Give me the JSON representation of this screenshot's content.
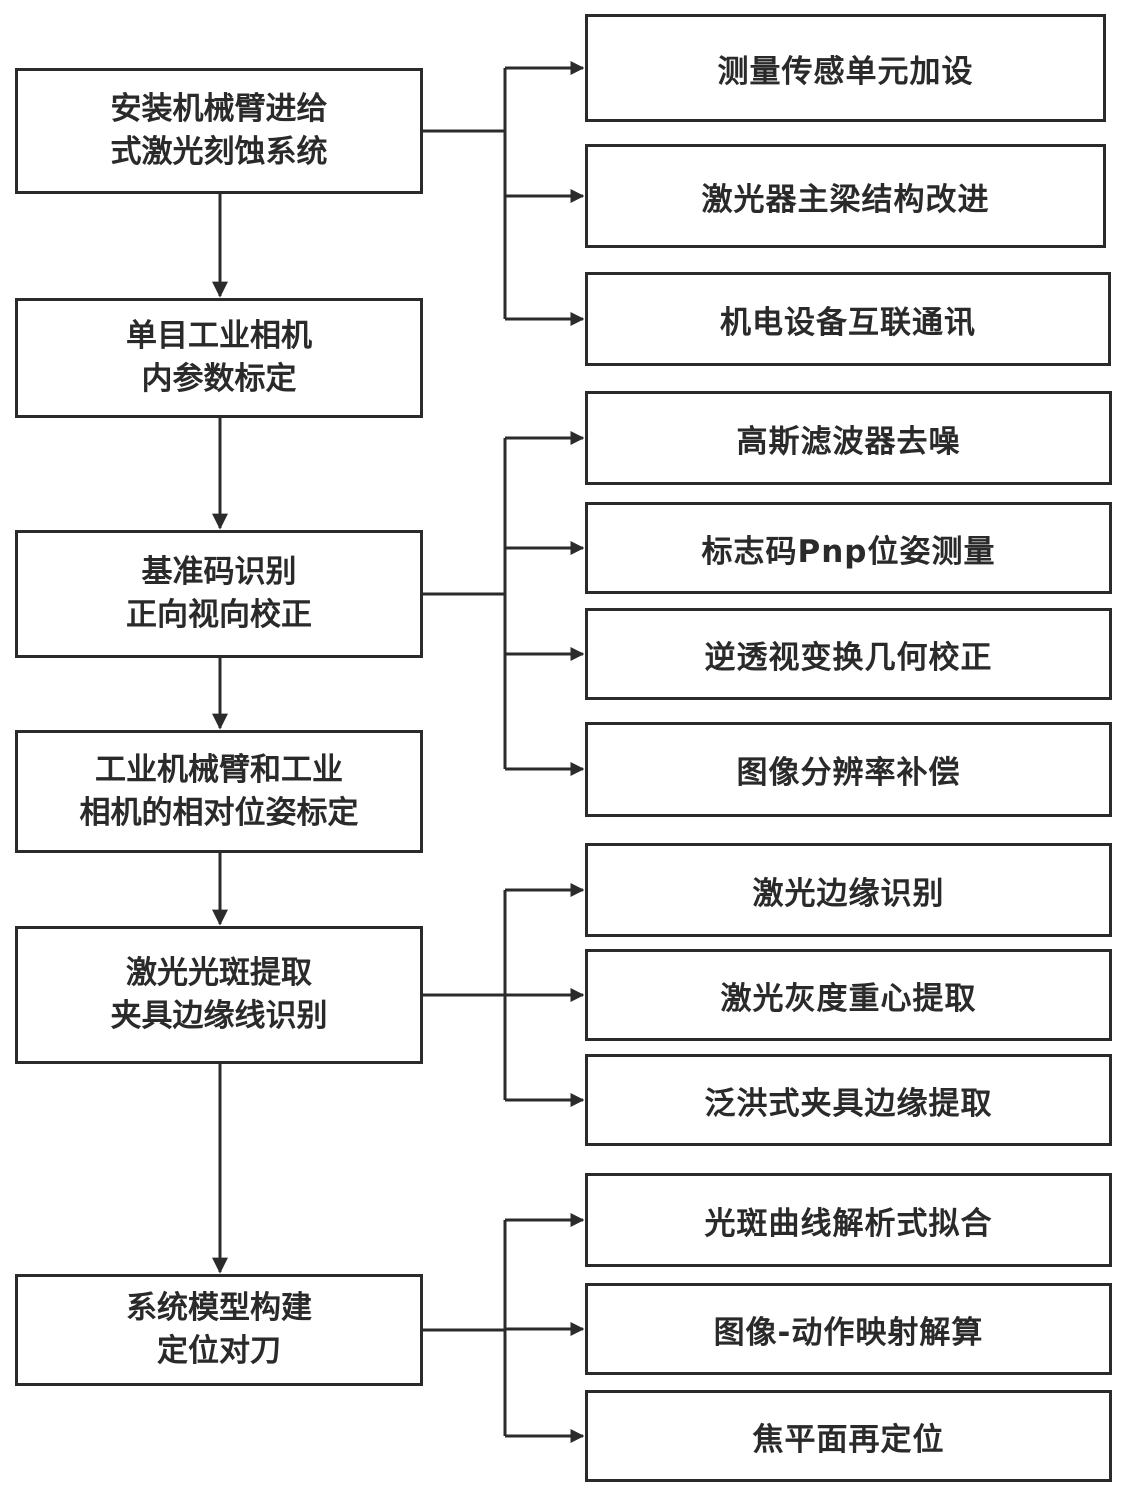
{
  "colors": {
    "line": "#2b2b2b",
    "text": "#2a2a2a",
    "background": "#ffffff"
  },
  "steps": [
    {
      "label": "安装机械臂进给\n式激光刻蚀系统",
      "substeps": [
        "测量传感单元加设",
        "激光器主梁结构改进",
        "机电设备互联通讯"
      ]
    },
    {
      "label": "单目工业相机\n内参数标定",
      "substeps": []
    },
    {
      "label": "基准码识别\n正向视向校正",
      "substeps": [
        "高斯滤波器去噪",
        "标志码Pnp位姿测量",
        "逆透视变换几何校正",
        "图像分辨率补偿"
      ]
    },
    {
      "label": "工业机械臂和工业\n相机的相对位姿标定",
      "substeps": []
    },
    {
      "label": "激光光斑提取\n夹具边缘线识别",
      "substeps": [
        "激光边缘识别",
        "激光灰度重心提取",
        "泛洪式夹具边缘提取"
      ]
    },
    {
      "label": "系统模型构建\n定位对刀",
      "substeps": [
        "光斑曲线解析式拟合",
        "图像-动作映射解算",
        "焦平面再定位"
      ]
    }
  ]
}
